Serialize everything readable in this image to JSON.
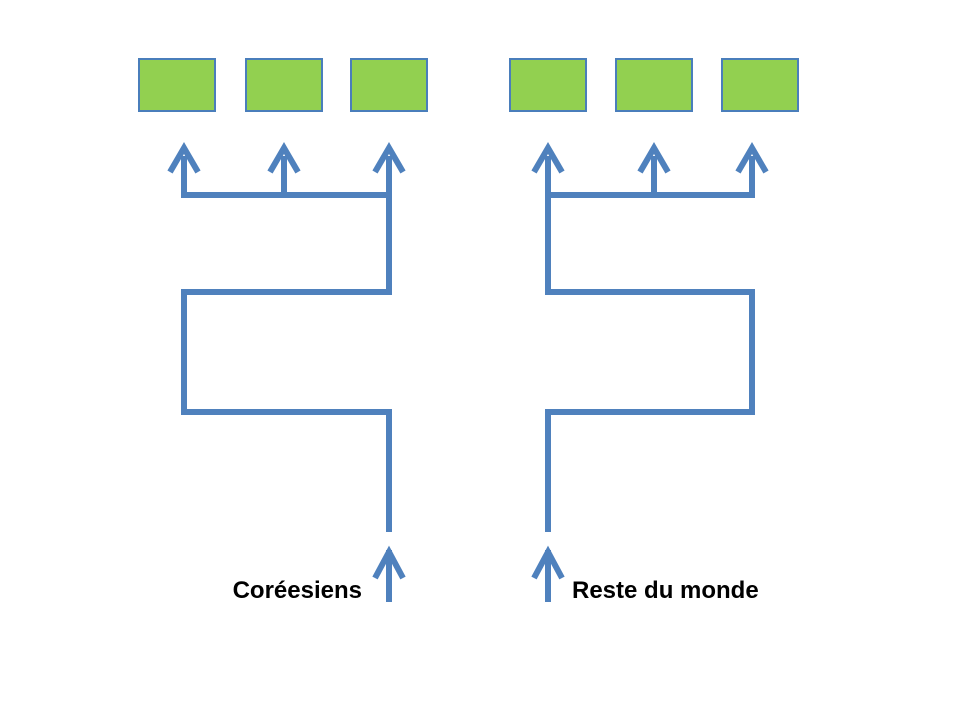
{
  "diagram": {
    "left_label": "Coréesiens",
    "right_label": "Reste du monde",
    "colors": {
      "box_fill": "#92d050",
      "box_border": "#4a7ebb",
      "flow_line": "#4f81bd",
      "background": "#ffffff"
    },
    "left_group": {
      "box_count": 3
    },
    "right_group": {
      "box_count": 3
    }
  }
}
